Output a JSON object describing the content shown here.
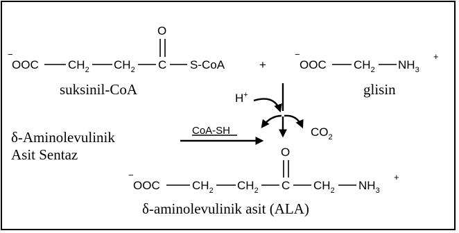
{
  "reaction": {
    "reactant1": {
      "carboxylate": "OOC",
      "ch2_a": "CH",
      "ch2_b": "CH",
      "sub": "2",
      "carbonyl_c": "C",
      "carbonyl_o": "O",
      "thioester": "S-CoA",
      "charge": "−",
      "label": "suksinil-CoA"
    },
    "plus": "+",
    "reactant2": {
      "carboxylate": "OOC",
      "ch2": "CH",
      "sub": "2",
      "amine": "NH",
      "amine_sub": "3",
      "charge_minus": "−",
      "charge_plus": "+",
      "label": "glisin"
    },
    "proton": {
      "symbol": "H",
      "charge": "+"
    },
    "coash": "CoA-SH",
    "co2": {
      "symbol": "CO",
      "sub": "2"
    },
    "enzyme": {
      "line1": "δ-Aminolevulinik",
      "line2": "Asit Sentaz"
    },
    "product": {
      "carboxylate": "OOC",
      "ch2_a": "CH",
      "ch2_b": "CH",
      "carbonyl_c": "C",
      "carbonyl_o": "O",
      "ch2_c": "CH",
      "sub": "2",
      "amine": "NH",
      "amine_sub": "3",
      "charge_minus": "−",
      "charge_plus": "+",
      "label": "δ-aminolevulinik asit (ALA)"
    }
  }
}
